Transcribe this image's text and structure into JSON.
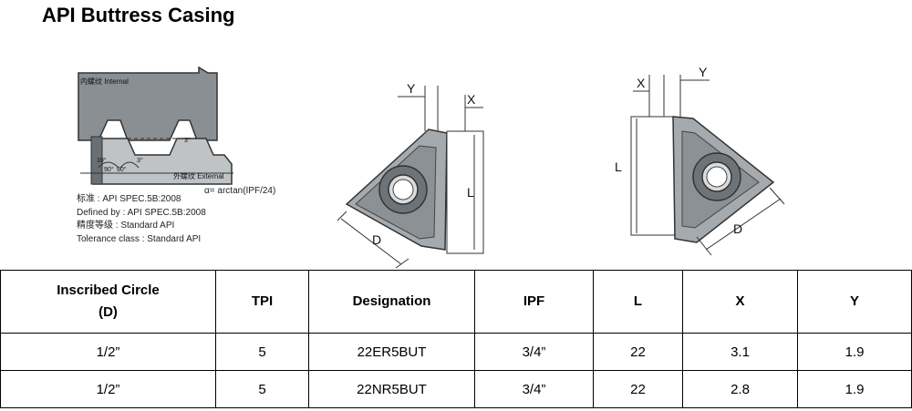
{
  "title": "API Buttress Casing",
  "profile_figure": {
    "internal_label": "内螺纹 Internal",
    "external_label": "外螺纹 External",
    "angle_label_1": "10°",
    "angle_label_2": "3°",
    "angle_label_3": "90°",
    "angle_label_4": "90°",
    "angle_label_5": "3°",
    "arctan_label": "α= arctan(IPF/24)",
    "standard_lines": [
      "标准 : API SPEC.5B:2008",
      "Defined by : API SPEC.5B:2008",
      "精度等级 : Standard API",
      "Tolerance class : Standard API"
    ]
  },
  "external_insert_figure": {
    "y_label": "Y",
    "x_label": "X",
    "l_label": "L",
    "d_label": "D"
  },
  "internal_insert_figure": {
    "x_label": "X",
    "y_label": "Y",
    "l_label": "L",
    "d_label": "D"
  },
  "table": {
    "headers": {
      "inscribed_line1": "Inscribed Circle",
      "inscribed_line2": "(D)",
      "tpi": "TPI",
      "designation": "Designation",
      "ipf": "IPF",
      "l": "L",
      "x": "X",
      "y": "Y"
    },
    "rows": [
      {
        "d": "1/2”",
        "tpi": "5",
        "designation": "22ER5BUT",
        "ipf": "3/4”",
        "l": "22",
        "x": "3.1",
        "y": "1.9"
      },
      {
        "d": "1/2”",
        "tpi": "5",
        "designation": "22NR5BUT",
        "ipf": "3/4”",
        "l": "22",
        "x": "2.8",
        "y": "1.9"
      }
    ]
  }
}
